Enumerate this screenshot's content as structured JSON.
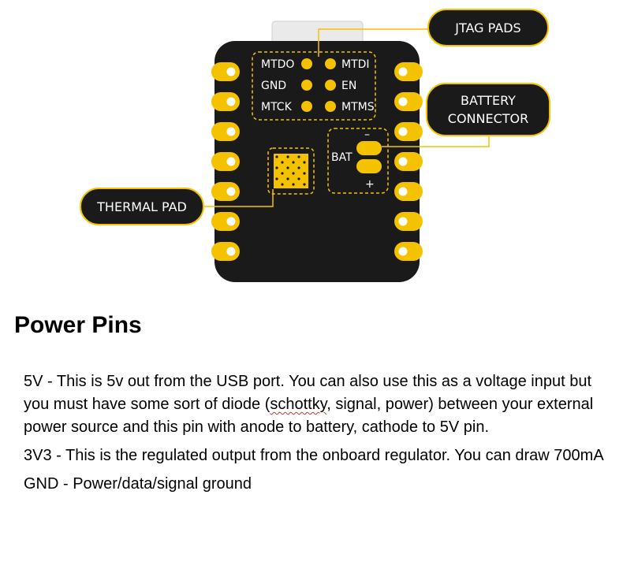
{
  "diagram": {
    "callouts": {
      "jtag": "JTAG PADS",
      "battery_line1": "BATTERY",
      "battery_line2": "CONNECTOR",
      "thermal": "THERMAL PAD"
    },
    "jtag_pins": {
      "left": [
        "MTDO",
        "GND",
        "MTCK"
      ],
      "right": [
        "MTDI",
        "EN",
        "MTMS"
      ]
    },
    "battery": {
      "label": "BAT",
      "minus": "–",
      "plus": "+"
    },
    "colors": {
      "board": "#1a1a1a",
      "accent": "#f5c200",
      "shield": "#eaeaea"
    }
  },
  "section": {
    "title": "Power Pins",
    "paragraphs": [
      {
        "before": "5V - This is 5v out from the USB port. You can also use this as a voltage input but you must have some sort of diode (",
        "flagged": "schottky",
        "after": ", signal, power) between your external power source and this pin with anode to battery, cathode to 5V pin."
      },
      {
        "text": "3V3 - This is the regulated output from the onboard regulator. You can draw 700mA"
      },
      {
        "text": "GND - Power/data/signal ground"
      }
    ]
  }
}
